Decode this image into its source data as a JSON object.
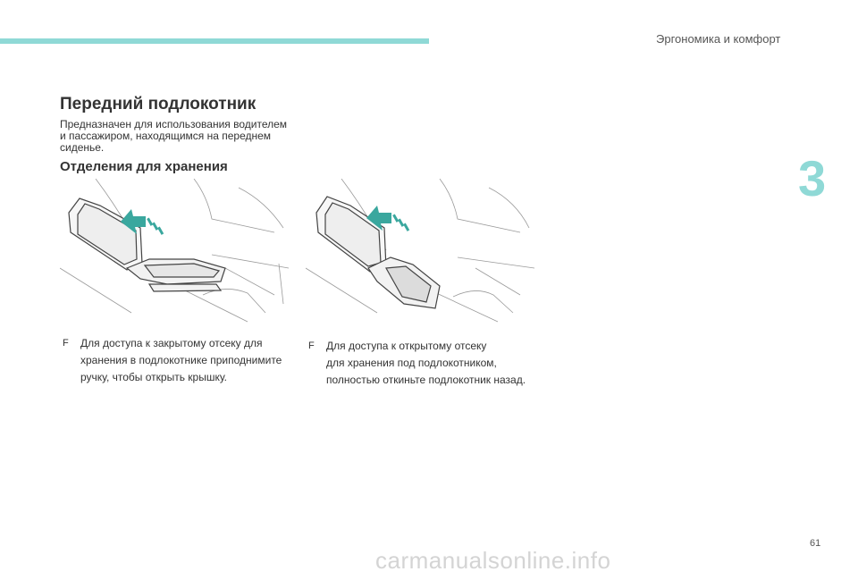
{
  "header": {
    "section": "Эргономика и комфорт",
    "chapter": "3",
    "accent_color": "#8fd9d6"
  },
  "content": {
    "title": "Передний подлокотник",
    "intro": "Предназначен для использования водителем и пассажиром, находящимся на переднем сиденье.",
    "subtitle": "Отделения для хранения",
    "bullets": [
      {
        "marker": "F",
        "lines": [
          "Для доступа к закрытому отсеку для",
          "хранения в подлокотнике приподнимите",
          "ручку, чтобы открыть крышку."
        ]
      },
      {
        "marker": "F",
        "lines": [
          "Для доступа к открытому отсеку",
          "для хранения под подлокотником,",
          "полностью откиньте подлокотник назад."
        ]
      }
    ]
  },
  "footer": {
    "page_number": "61",
    "watermark": "carmanualsonline.info"
  }
}
